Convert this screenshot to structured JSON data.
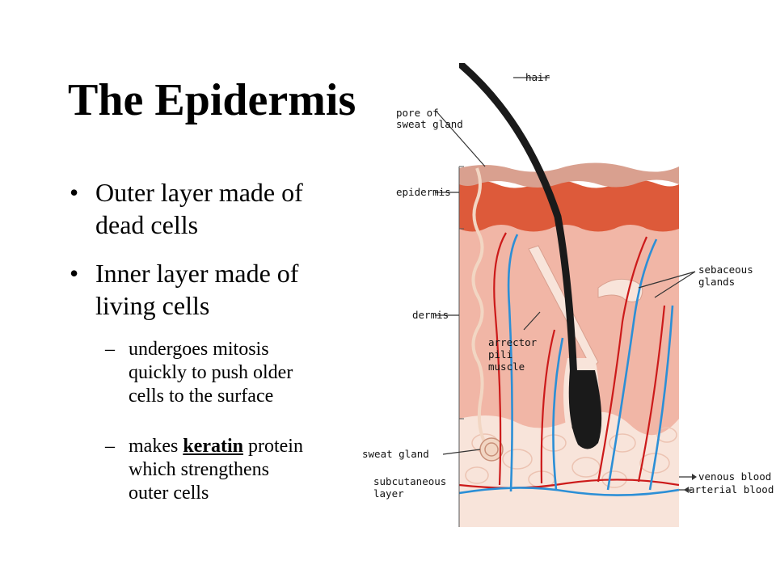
{
  "slide": {
    "title": "The Epidermis",
    "bullets": [
      {
        "marker": "•",
        "lines": [
          "Outer layer made of",
          "dead cells"
        ]
      },
      {
        "marker": "•",
        "lines": [
          "Inner layer made of",
          "living cells"
        ]
      }
    ],
    "sub1": {
      "marker": "–",
      "lines": [
        "undergoes mitosis",
        "quickly to push older",
        "cells to the surface"
      ]
    },
    "sub2": {
      "marker": "–",
      "pre": "makes ",
      "keyword": "keratin",
      "post": " protein",
      "lines": [
        "which strengthens",
        "outer cells"
      ]
    }
  },
  "diagram": {
    "labels": {
      "hair": "hair",
      "pore_1": "pore of",
      "pore_2": "sweat gland",
      "epidermis": "epidermis",
      "dermis": "dermis",
      "sebaceous_1": "sebaceous",
      "sebaceous_2": "glands",
      "arrector_1": "arrector",
      "arrector_2": "pili",
      "arrector_3": "muscle",
      "sweat_gland": "sweat gland",
      "subcutaneous_1": "subcutaneous",
      "subcutaneous_2": "layer",
      "venous": "venous blood",
      "arterial": "arterial blood"
    },
    "colors": {
      "stratum_corneum": "#d9a08f",
      "epidermis": "#dd5a3a",
      "dermis": "#f1b6a6",
      "subcutaneous": "#f8e4da",
      "hair": "#1a1a1a",
      "artery": "#cc1a1a",
      "vein": "#2c8fd6",
      "sweat_gland": "#f2d6c3"
    }
  }
}
